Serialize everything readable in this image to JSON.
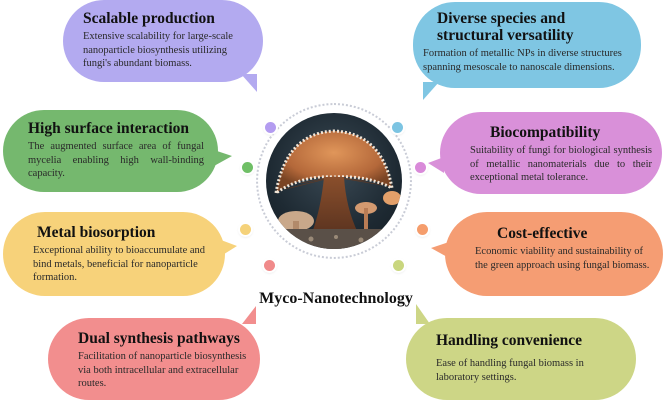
{
  "diagram": {
    "title": "Myco-Nanotechnology",
    "center_image": "mushroom-icon",
    "features": [
      {
        "title": "Scalable production",
        "text": "Extensive scalability for large-scale nanoparticle biosynthesis utilizing fungi's abundant biomass.",
        "color": "#b3aaf0"
      },
      {
        "title": "Diverse species and structural versatility",
        "text": "Formation of metallic NPs in diverse structures spanning mesoscale to nanoscale dimensions.",
        "color": "#7fc6e3"
      },
      {
        "title": "High surface interaction",
        "text": "The augmented surface area of fungal mycelia enabling high wall-binding capacity.",
        "color": "#75b86e"
      },
      {
        "title": "Biocompatibility",
        "text": "Suitability of fungi for biological synthesis of metallic nanomaterials due to their exceptional metal tolerance.",
        "color": "#d990d9"
      },
      {
        "title": "Metal biosorption",
        "text": "Exceptional ability to bioaccumulate and bind metals, beneficial for nanoparticle formation.",
        "color": "#f7d27a"
      },
      {
        "title": "Cost-effective",
        "text": "Economic viability and sustainability of the green approach using fungal biomass.",
        "color": "#f59d73"
      },
      {
        "title": "Dual synthesis pathways",
        "text": "Facilitation of nanoparticle biosynthesis via both intracellular and extracellular routes.",
        "color": "#f28e8e"
      },
      {
        "title": "Handling convenience",
        "text": "Ease of handling fungal biomass in laboratory settings.",
        "color": "#cdd686"
      }
    ]
  }
}
